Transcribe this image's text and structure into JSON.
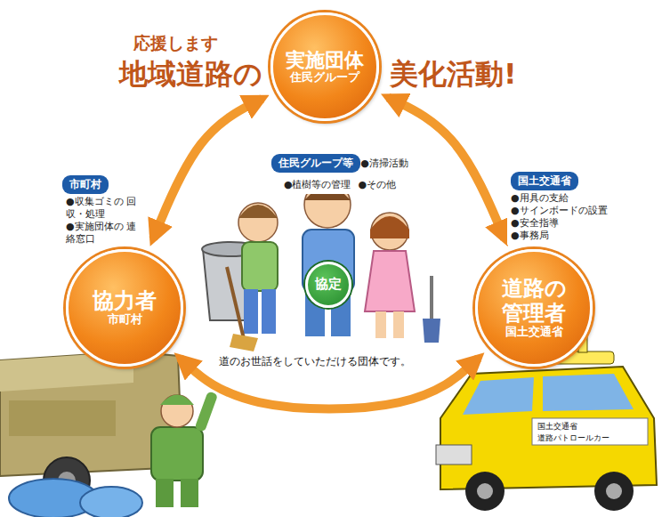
{
  "diagram": {
    "nodes": [
      {
        "text": [
          "実施団体",
          "住民グループ"
        ]
      },
      {
        "text": [
          "市町村",
          "●収集ゴミの 回収・処理",
          "●実施団体の 連絡窓口"
        ]
      },
      {
        "text": [
          "住民グループ等",
          "●清掃活動",
          "●植樹等の管理",
          "●その他"
        ]
      },
      {
        "text": [
          "国土交通省",
          "●用具の支給",
          "●サインボードの設置",
          "●安全指導",
          "●事務局"
        ]
      },
      {
        "text": [
          "協力者",
          "市町村"
        ]
      },
      {
        "text": [
          "協定"
        ]
      },
      {
        "text": [
          "道路の 管理者",
          "国土交通省"
        ]
      }
    ],
    "edges": [
      {
        "from": 0,
        "to": 4,
        "arrow": "both"
      },
      {
        "from": 0,
        "to": 6,
        "arrow": "both"
      },
      {
        "from": 4,
        "to": 6,
        "arrow": "both"
      }
    ],
    "labels": [
      "応援します",
      "地域道路の",
      "美化活動!",
      "道のお世話をしていただける団体です。",
      "国土交通省",
      "道路パトロールカー"
    ]
  }
}
